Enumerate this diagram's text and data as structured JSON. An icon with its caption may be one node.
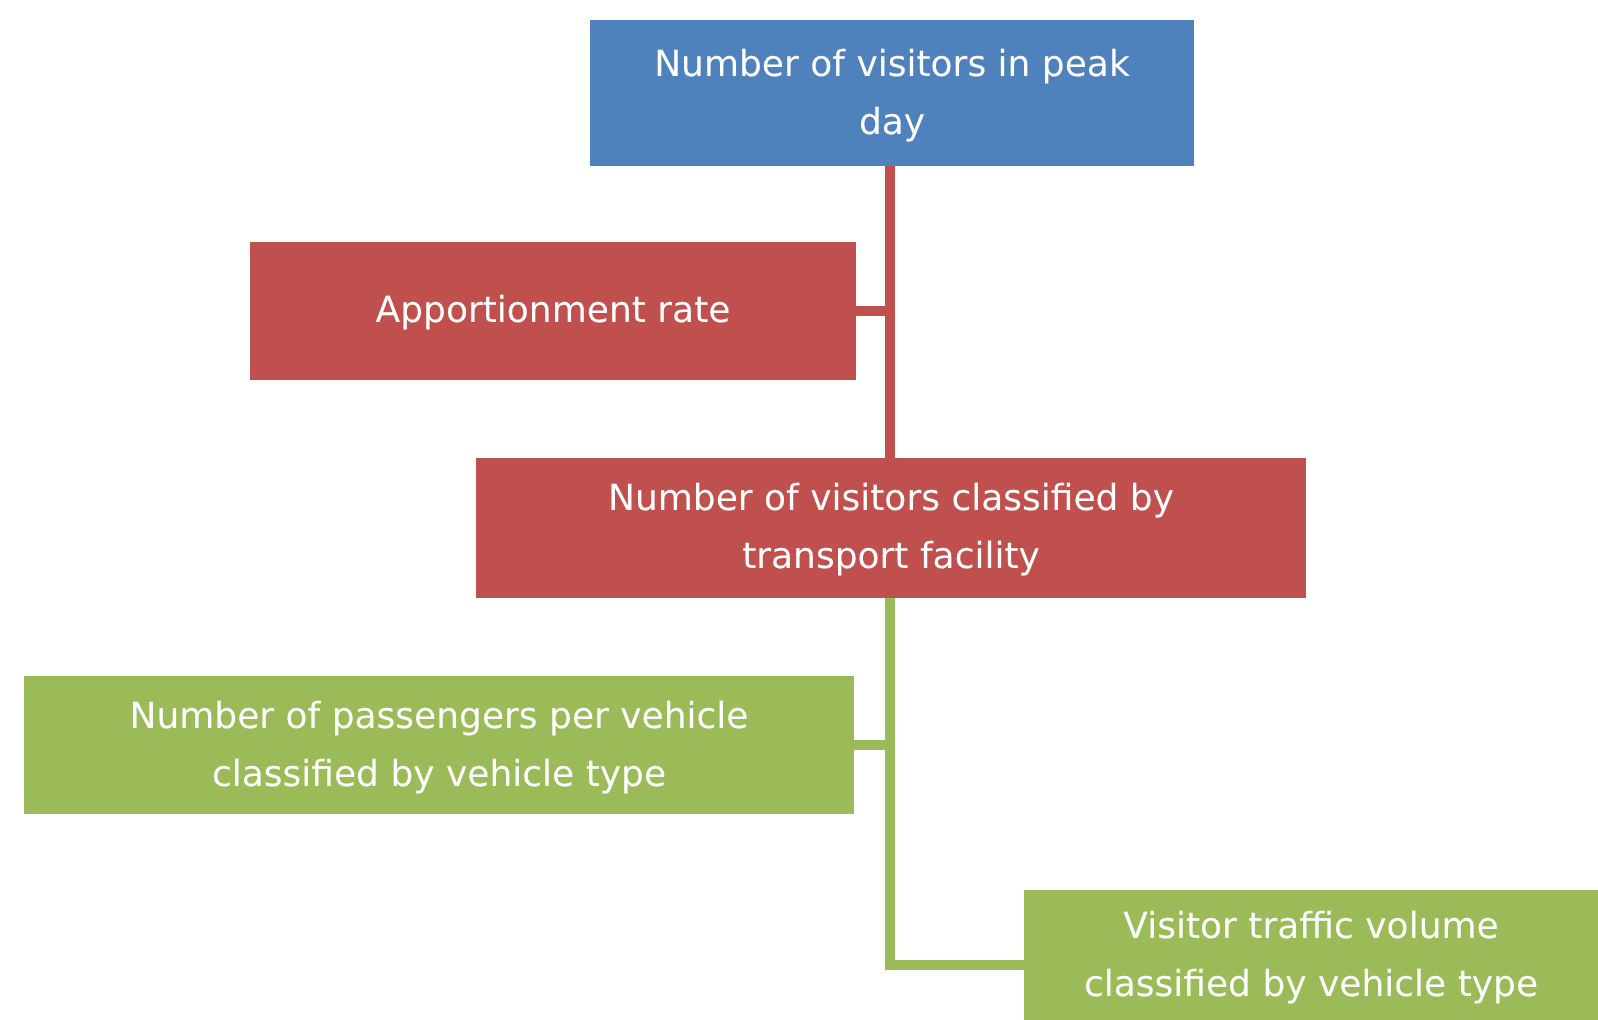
{
  "diagram": {
    "nodes": [
      {
        "text": [
          "Number of visitors in peak day"
        ]
      },
      {
        "text": [
          "Apportionment rate"
        ]
      },
      {
        "text": [
          "Number of visitors classified by transport facility"
        ]
      },
      {
        "text": [
          "Number of passengers per vehicle classified by vehicle type"
        ]
      },
      {
        "text": [
          "Visitor traffic volume classified by vehicle type"
        ]
      }
    ],
    "edges": [
      {
        "from": 0,
        "to": 2,
        "arrow": "none",
        "color": "#c0504d"
      },
      {
        "from": 1,
        "to": 2,
        "arrow": "none",
        "color": "#c0504d"
      },
      {
        "from": 2,
        "to": 4,
        "arrow": "none",
        "color": "#9bbb59"
      },
      {
        "from": 3,
        "to": 4,
        "arrow": "none",
        "color": "#9bbb59"
      }
    ]
  }
}
